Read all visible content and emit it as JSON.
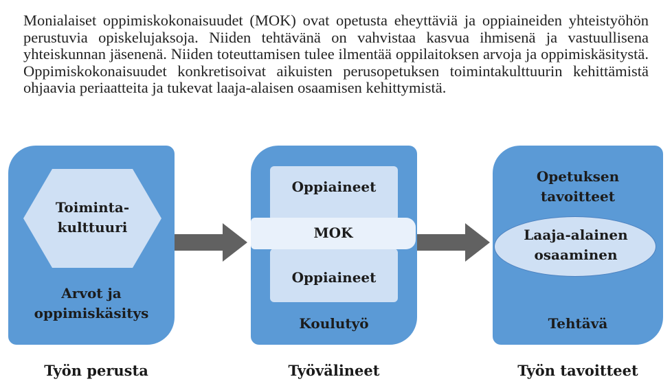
{
  "intro": {
    "paragraph": "Monialaiset oppimiskokonaisuudet (MOK) ovat opetusta eheyttäviä ja oppiaineiden yhteistyöhön perustuvia opiskelujaksoja. Niiden tehtävänä on vahvistaa kasvua ihmisenä ja vastuullisena yhteiskunnan jäsenenä. Niiden toteuttamisen tulee ilmentää oppilaitoksen arvoja ja oppimiskäsitystä. Oppimiskokonaisuudet konkretisoivat aikuisten perusopetuksen toimintakulttuurin kehittämistä ohjaavia periaatteita ja tukevat laaja-alaisen osaamisen kehittymistä."
  },
  "panels": {
    "foundation": {
      "hexagon_line1": "Toiminta-",
      "hexagon_line2": "kulttuuri",
      "label_line1": "Arvot ja",
      "label_line2": "oppimiskäsitys",
      "caption": "Työn perusta"
    },
    "tools": {
      "subject_top": "Oppiaineet",
      "mok": "MOK",
      "subject_bottom": "Oppiaineet",
      "label": "Koulutyö",
      "caption": "Työvälineet"
    },
    "goals": {
      "label_line1": "Opetuksen",
      "label_line2": "tavoitteet",
      "ellipse_line1": "Laaja-alainen",
      "ellipse_line2": "osaaminen",
      "label_bottom": "Tehtävä",
      "caption": "Työn tavoitteet"
    }
  },
  "colors": {
    "panel": "#5b9ad6",
    "card": "#cfe0f4",
    "mok_band": "#e9f1fb",
    "arrow": "#616161"
  }
}
